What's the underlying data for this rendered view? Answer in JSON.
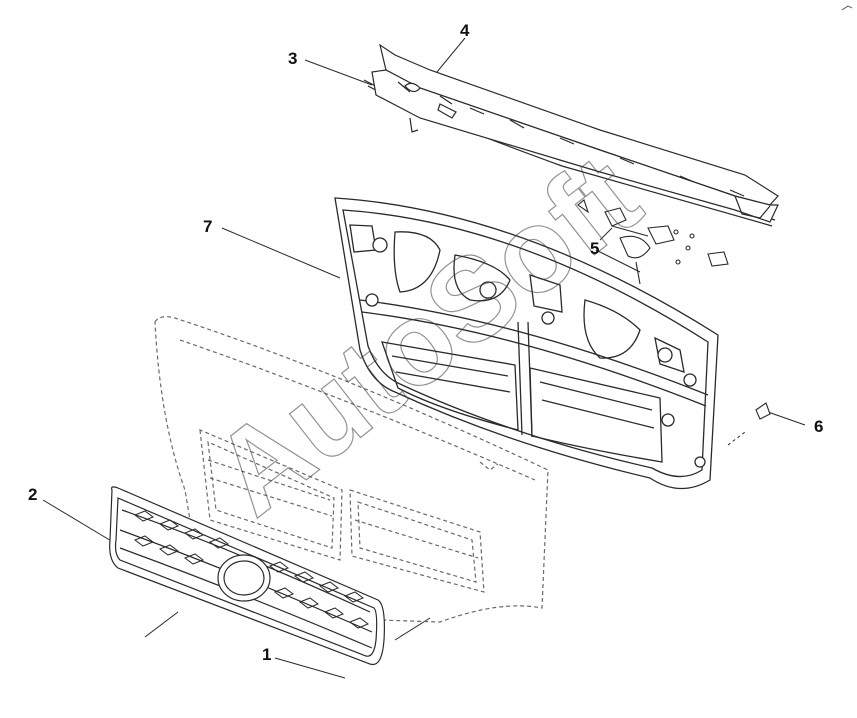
{
  "callouts": {
    "c1": "1",
    "c2": "2",
    "c3": "3",
    "c4": "4",
    "c5": "5",
    "c6": "6",
    "c7": "7"
  },
  "watermark": {
    "text": "AutoSoft"
  },
  "colors": {
    "line": "#2a2a2a",
    "dashed": "#6a6a6a",
    "background": "#ffffff"
  }
}
